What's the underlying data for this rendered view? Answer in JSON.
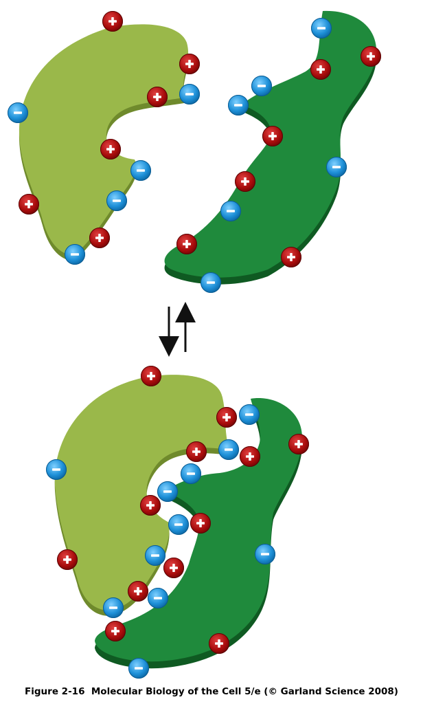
{
  "caption": {
    "figure_label": "Figure 2-16",
    "text": "Molecular Biology of the Cell 5/e (© Garland Science 2008)"
  },
  "charge_symbols": {
    "positive": "+",
    "negative": "−"
  },
  "colors": {
    "light_protein": "#9ab84a",
    "light_protein_shadow": "#6f8a2c",
    "light_protein_highlight": "#b6d26a",
    "dark_protein": "#1f8a3c",
    "dark_protein_shadow": "#0f5a22",
    "dark_protein_highlight": "#2fa04e",
    "positive_charge": "#b01010",
    "negative_charge": "#1e90d8",
    "arrow": "#111111"
  },
  "states": [
    {
      "name": "separated"
    },
    {
      "name": "bound"
    }
  ],
  "equilibrium": {
    "type": "reversible"
  }
}
